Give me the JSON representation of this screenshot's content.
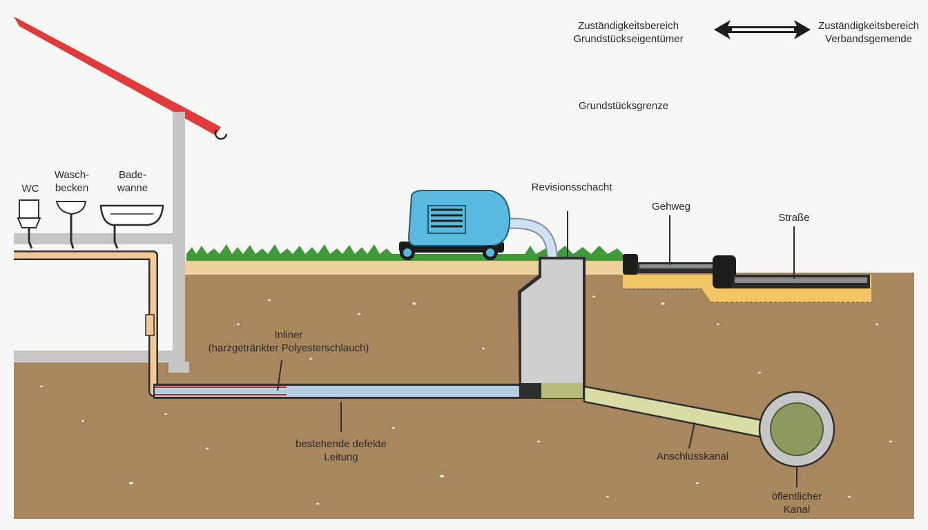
{
  "header": {
    "left_zone": [
      "Zuständigkeitsbereich",
      "Grundstückseigentümer"
    ],
    "right_zone": [
      "Zuständigkeitsbereich",
      "Verbandsgemende"
    ]
  },
  "boundary_label": "Grundstücksgrenze",
  "fixtures": {
    "wc": "WC",
    "washbasin": [
      "Wasch-",
      "becken"
    ],
    "bathtub": [
      "Bade-",
      "wanne"
    ]
  },
  "labels": {
    "inspection_shaft": "Revisionsschacht",
    "sidewalk": "Gehweg",
    "street": "Straße",
    "inliner": [
      "Inliner",
      "(harzgetränkter Polyesterschlauch)"
    ],
    "existing_pipe": [
      "bestehende defekte",
      "Leitung"
    ],
    "connection_channel": "Anschlusskanal",
    "public_sewer": [
      "öflentlicher",
      "Kanal"
    ]
  },
  "colors": {
    "soil": "#a8865e",
    "grass": "#3f9a3a",
    "roof": "#e03a3a",
    "house_pipe": "#f2c994",
    "inliner": "#c42a2a",
    "pipe_existing": "#b6cde0",
    "machine": "#5ab9de",
    "shaft_concrete": "#cfcfcf",
    "connection_pipe": "#d9dca4",
    "public_sewer": "#8b9b5f",
    "sand": "#f2c566"
  }
}
